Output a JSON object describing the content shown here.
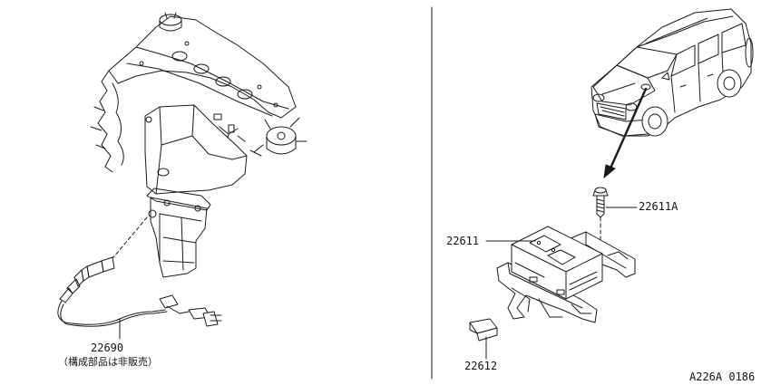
{
  "parts": {
    "sensor": {
      "number": "22690",
      "note": "（構成部品は非販売）"
    },
    "bolt": {
      "number": "22611A"
    },
    "ecu": {
      "number": "22611"
    },
    "clip": {
      "number": "22612"
    }
  },
  "figure_code": "A226A 0186"
}
